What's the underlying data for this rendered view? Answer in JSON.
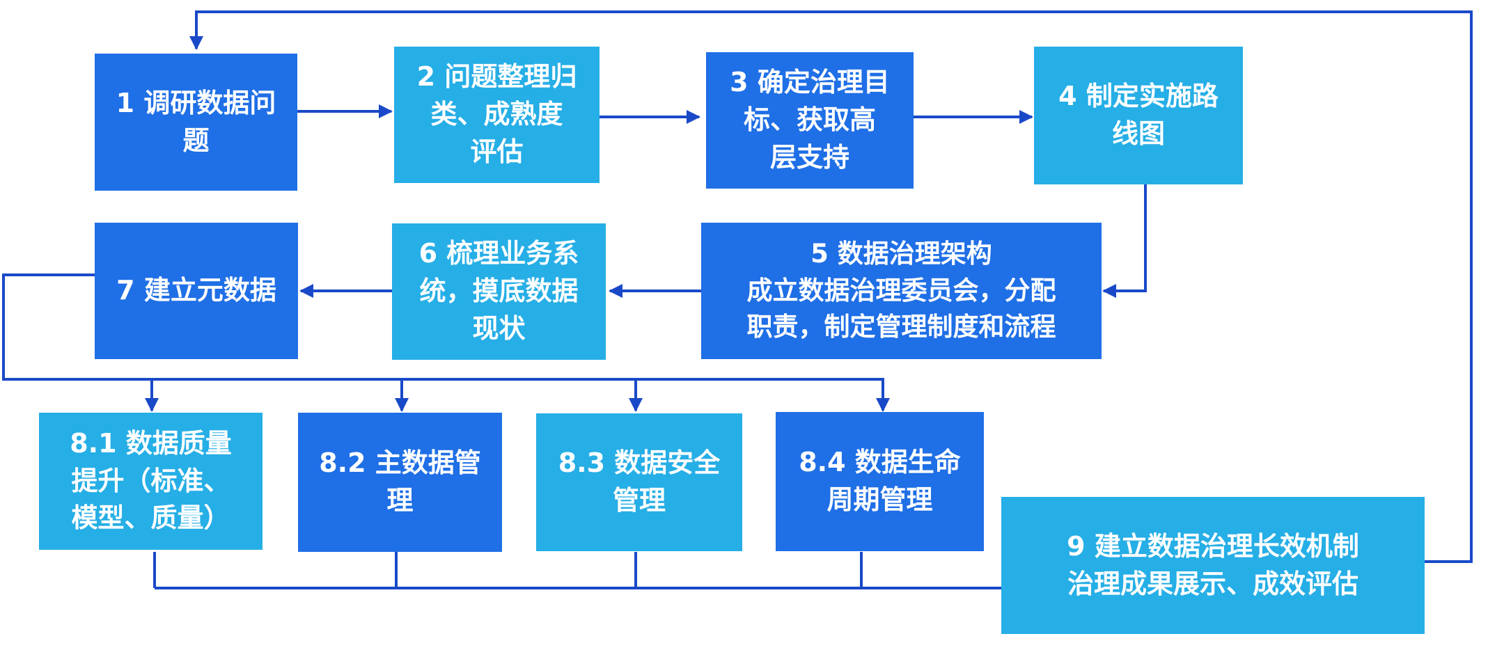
{
  "colors": {
    "dark_box": "#1f6fe6",
    "light_box": "#26aee6",
    "line": "#1a49c8",
    "text": "#ffffff"
  },
  "nodes": {
    "n1": {
      "text": "1 调研数据问\n题"
    },
    "n2": {
      "text": "2 问题整理归\n类、成熟度\n评估"
    },
    "n3": {
      "text": "3 确定治理目\n标、获取高\n层支持"
    },
    "n4": {
      "text": "4 制定实施路\n线图"
    },
    "n5": {
      "text": "5 数据治理架构\n成立数据治理委员会，分配\n职责，制定管理制度和流程"
    },
    "n6": {
      "text": "6 梳理业务系\n统，摸底数据\n现状"
    },
    "n7": {
      "text": "7 建立元数据"
    },
    "n81": {
      "text": "8.1 数据质量\n提升（标准、\n模型、质量）"
    },
    "n82": {
      "text": "8.2 主数据管\n理"
    },
    "n83": {
      "text": "8.3 数据安全\n管理"
    },
    "n84": {
      "text": "8.4 数据生命\n周期管理"
    },
    "n9": {
      "text": "9 建立数据治理长效机制\n治理成果展示、成效评估"
    }
  }
}
